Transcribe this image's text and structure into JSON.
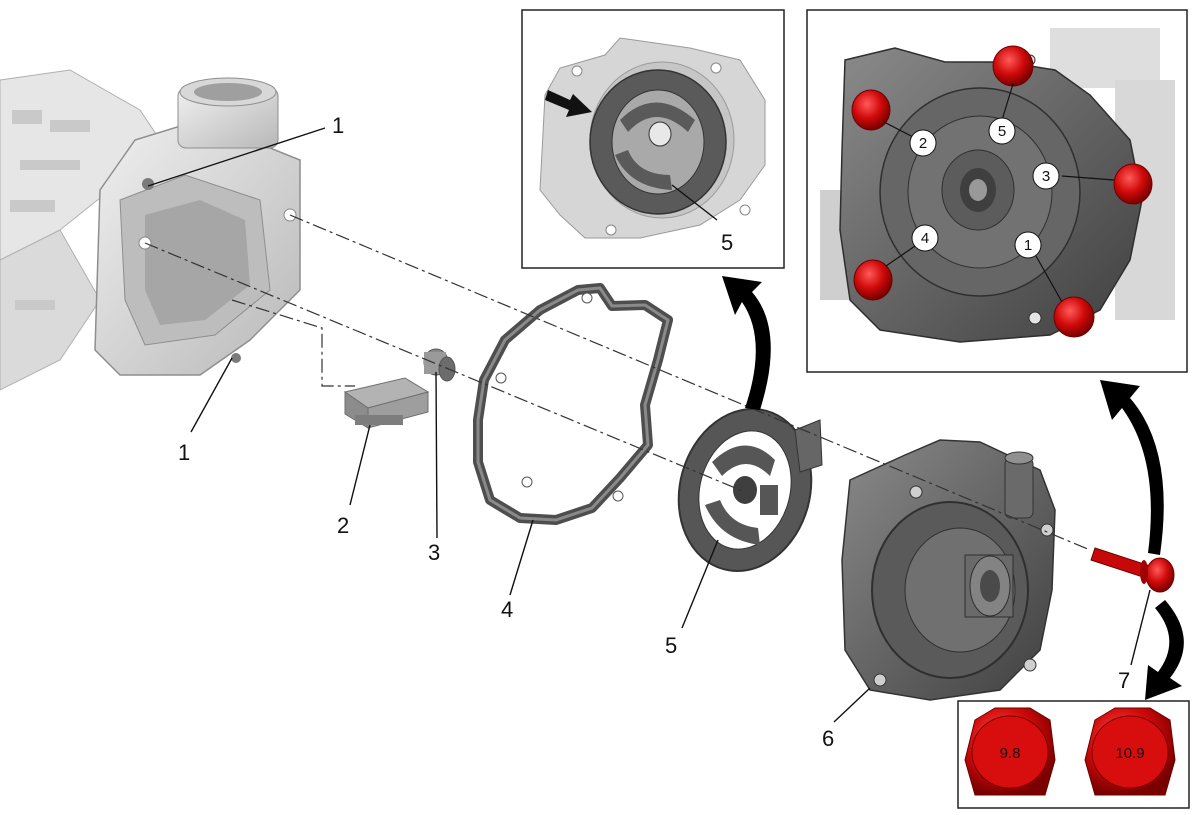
{
  "figure": {
    "part_callouts": {
      "housing_upper": "1",
      "housing_lower": "1",
      "key": "2",
      "sleeve": "3",
      "gasket": "4",
      "plate": "5",
      "pump": "6",
      "bolt": "7"
    },
    "inset_plate": {
      "label": "5"
    },
    "inset_sequence": {
      "steps": [
        "1",
        "2",
        "3",
        "4",
        "5"
      ]
    },
    "bolt_grades": [
      "9.8",
      "10.9"
    ],
    "colors": {
      "bolt": "#d10a0a",
      "part_dark": "#555555",
      "part_light": "#cfcfcf",
      "arrow": "#000000"
    },
    "icons": [
      "curved-arrow-icon",
      "pointer-arrow-icon"
    ]
  }
}
